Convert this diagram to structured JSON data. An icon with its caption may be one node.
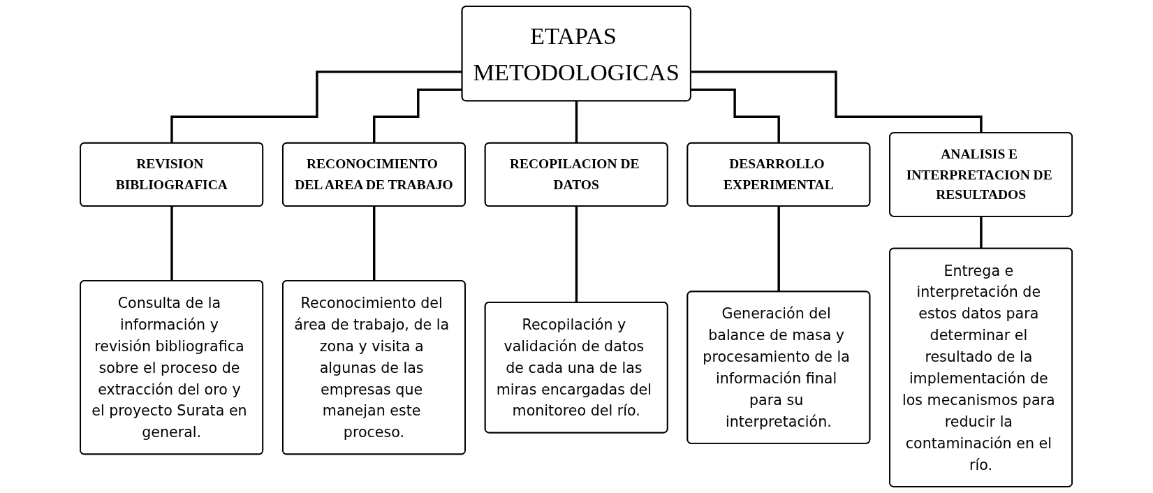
{
  "diagram": {
    "nodes": [
      {
        "text": [
          "ETAPAS METODOLOGICAS"
        ]
      },
      {
        "text": [
          "REVISION BIBLIOGRAFICA"
        ]
      },
      {
        "text": [
          "RECONOCIMIENTO DEL AREA DE TRABAJO"
        ]
      },
      {
        "text": [
          "RECOPILACION DE DATOS"
        ]
      },
      {
        "text": [
          "DESARROLLO EXPERIMENTAL"
        ]
      },
      {
        "text": [
          "ANALISIS E INTERPRETACION DE RESULTADOS"
        ]
      },
      {
        "text": [
          "Consulta de la información y revisión bibliografica sobre el proceso de extracción del oro y el proyecto Surata en general."
        ]
      },
      {
        "text": [
          "Reconocimiento del área de trabajo, de la zona y visita a algunas de las empresas que manejan este proceso."
        ]
      },
      {
        "text": [
          "Recopilación y validación de datos de cada una de las miras encargadas del monitoreo del río."
        ]
      },
      {
        "text": [
          "Generación del balance de masa y procesamiento de la información final para su interpretación."
        ]
      },
      {
        "text": [
          "Entrega e interpretación de estos datos para determinar el resultado de la implementación de los mecanismos para reducir la contaminación en el río."
        ]
      }
    ],
    "edges": [
      {
        "from": 0,
        "to": 1,
        "arrow": "none"
      },
      {
        "from": 0,
        "to": 2,
        "arrow": "none"
      },
      {
        "from": 0,
        "to": 3,
        "arrow": "none"
      },
      {
        "from": 0,
        "to": 4,
        "arrow": "none"
      },
      {
        "from": 0,
        "to": 5,
        "arrow": "none"
      },
      {
        "from": 1,
        "to": 6,
        "arrow": "none"
      },
      {
        "from": 2,
        "to": 7,
        "arrow": "none"
      },
      {
        "from": 3,
        "to": 8,
        "arrow": "none"
      },
      {
        "from": 4,
        "to": 9,
        "arrow": "none"
      },
      {
        "from": 5,
        "to": 10,
        "arrow": "none"
      }
    ]
  }
}
